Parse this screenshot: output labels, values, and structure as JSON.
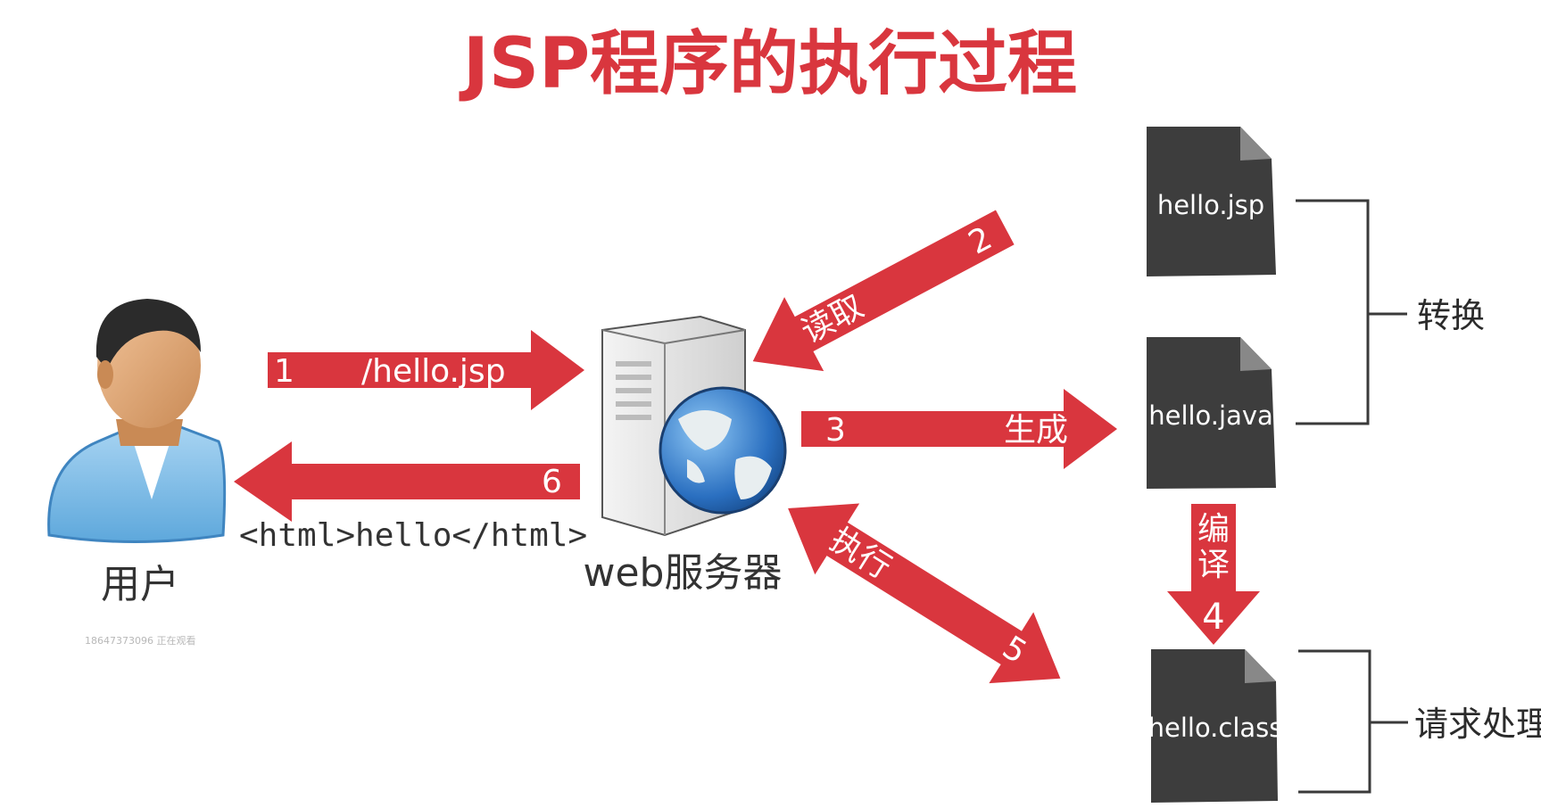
{
  "title": "JSP程序的执行过程",
  "user_label": "用户",
  "server_label": "web服务器",
  "watermark": "18647373096 正在观看",
  "response_code": "<html>hello</html>",
  "arrows": {
    "request": {
      "num": "1",
      "text": "/hello.jsp"
    },
    "read": {
      "num": "2",
      "text": "读取"
    },
    "generate": {
      "num": "3",
      "text": "生成"
    },
    "compile": {
      "num": "4",
      "text": "编译",
      "chars": [
        "编",
        "译"
      ]
    },
    "execute": {
      "num": "5",
      "text": "执行"
    },
    "response": {
      "num": "6"
    }
  },
  "files": {
    "jsp": "hello.jsp",
    "java": "hello.java",
    "class": "hello.class"
  },
  "brackets": {
    "convert": "转换",
    "handle": "请求处理"
  },
  "colors": {
    "arrow": "#d9363e",
    "title": "#d9363e",
    "file": "#3d3d3d",
    "bracket": "#3a3a3a"
  }
}
